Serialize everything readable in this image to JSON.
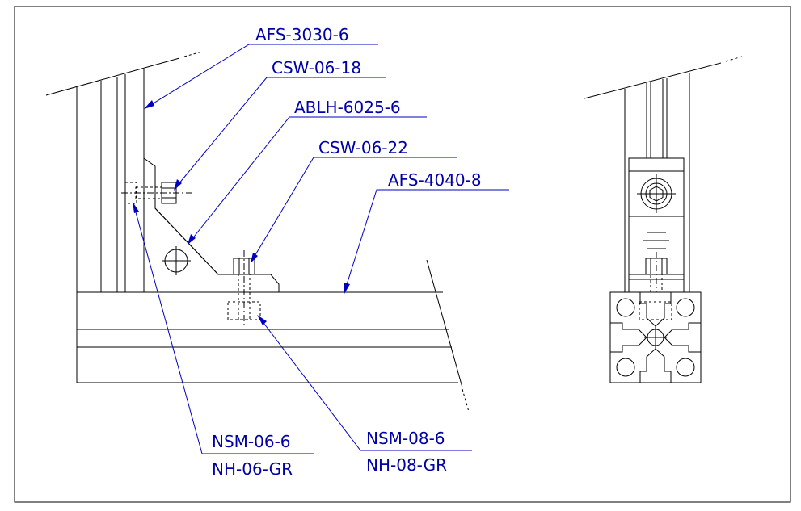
{
  "colors": {
    "label": "#0000a8",
    "leader": "#0000c0",
    "line": "#000000",
    "background": "#ffffff"
  },
  "labels": {
    "afs_3030": "AFS-3030-6",
    "csw_06_18": "CSW-06-18",
    "ablh": "ABLH-6025-6",
    "csw_06_22": "CSW-06-22",
    "afs_4040": "AFS-4040-8",
    "nsm_06": "NSM-06-6",
    "nh_06": "NH-06-GR",
    "nsm_08": "NSM-08-6",
    "nh_08": "NH-08-GR"
  }
}
